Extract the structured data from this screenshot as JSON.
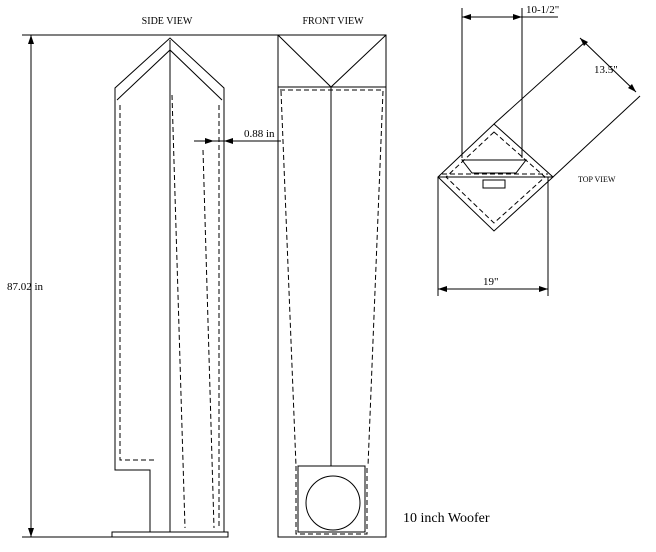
{
  "views": {
    "side": "SIDE VIEW",
    "front": "FRONT VIEW",
    "top": "TOP VIEW"
  },
  "dimensions": {
    "height": "87.02 in",
    "offset": "0.88 in",
    "driver_width": "10-1/2\"",
    "diagonal": "13.5\"",
    "top_width": "19\""
  },
  "note": "10 inch Woofer"
}
